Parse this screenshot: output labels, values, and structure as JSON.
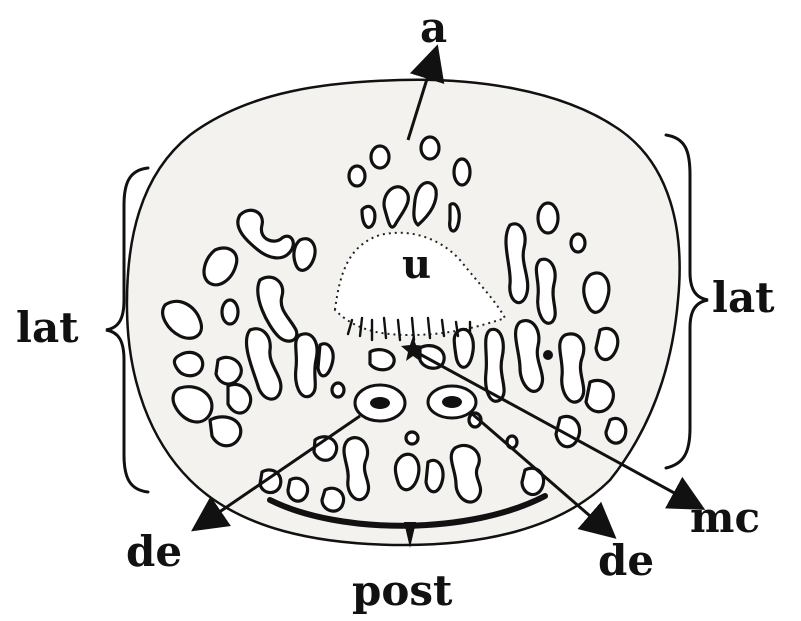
{
  "labels": {
    "anterior": "a",
    "urethra": "u",
    "lateral_left": "lat",
    "lateral_right": "lat",
    "ejaculatory_duct_left": "de",
    "ejaculatory_duct_right": "de",
    "median_crest": "mc",
    "posterior": "post"
  },
  "colors": {
    "ink": "#111111",
    "tissue": "#f4f2ee",
    "background": "#ffffff"
  }
}
